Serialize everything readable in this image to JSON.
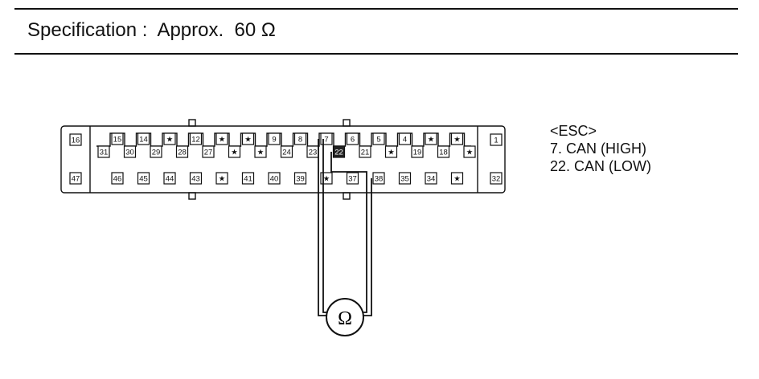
{
  "specification": {
    "label": "Specification",
    "separator": ":",
    "value_text": "Approx.",
    "value": "60",
    "unit": "Ω"
  },
  "connector": {
    "left_pins": [
      "16",
      "47"
    ],
    "right_pins": [
      "1",
      "32"
    ],
    "row1": [
      "15",
      "14",
      "★",
      "12",
      "★",
      "★",
      "9",
      "8",
      "7",
      "6",
      "5",
      "4",
      "★",
      "★"
    ],
    "row2": [
      "31",
      "30",
      "29",
      "28",
      "27",
      "★",
      "★",
      "24",
      "23",
      "22",
      "21",
      "★",
      "19",
      "18",
      "★"
    ],
    "row3": [
      "46",
      "45",
      "44",
      "43",
      "★",
      "41",
      "40",
      "39",
      "★",
      "37",
      "38",
      "35",
      "34",
      "★"
    ],
    "measured_pins": [
      "7",
      "22"
    ]
  },
  "meter_symbol": "Ω",
  "legend": {
    "title": "<ESC>",
    "items": [
      "7. CAN (HIGH)",
      "22. CAN (LOW)"
    ]
  }
}
